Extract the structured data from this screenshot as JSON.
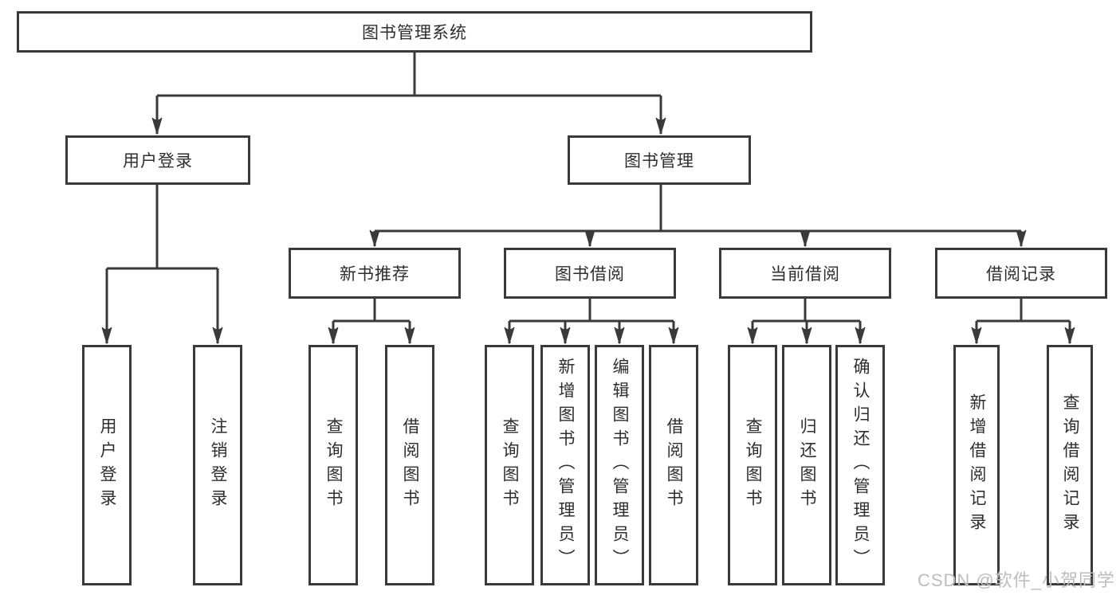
{
  "diagram": {
    "title_node": "图书管理系统",
    "nodes": {
      "root": "图书管理系统",
      "user_login": "用户登录",
      "book_mgmt": "图书管理",
      "new_book_rec": "新书推荐",
      "book_borrow": "图书借阅",
      "current_borrow": "当前借阅",
      "borrow_records": "借阅记录",
      "leaf_user_login": "用户登录",
      "leaf_logout": "注销登录",
      "leaf_nbr_query": "查询图书",
      "leaf_nbr_borrow": "借阅图书",
      "leaf_bb_query": "查询图书",
      "leaf_bb_add": "新增图书（管理员）",
      "leaf_bb_edit": "编辑图书（管理员）",
      "leaf_bb_borrow": "借阅图书",
      "leaf_cb_query": "查询图书",
      "leaf_cb_return": "归还图书",
      "leaf_cb_confirm": "确认归还（管理员）",
      "leaf_br_add": "新增借阅记录",
      "leaf_br_query": "查询借阅记录"
    },
    "hierarchy": {
      "图书管理系统": {
        "用户登录": [
          "用户登录",
          "注销登录"
        ],
        "图书管理": {
          "新书推荐": [
            "查询图书",
            "借阅图书"
          ],
          "图书借阅": [
            "查询图书",
            "新增图书（管理员）",
            "编辑图书（管理员）",
            "借阅图书"
          ],
          "当前借阅": [
            "查询图书",
            "归还图书",
            "确认归还（管理员）"
          ],
          "借阅记录": [
            "新增借阅记录",
            "查询借阅记录"
          ]
        }
      }
    }
  },
  "watermark": {
    "text": "CSDN @软件_小贺同学"
  },
  "colors": {
    "line": "#3a3a3a",
    "box_border": "#3a3a3a",
    "text": "#2e2e2e",
    "watermark": "#bdbdbd",
    "background": "#ffffff"
  }
}
